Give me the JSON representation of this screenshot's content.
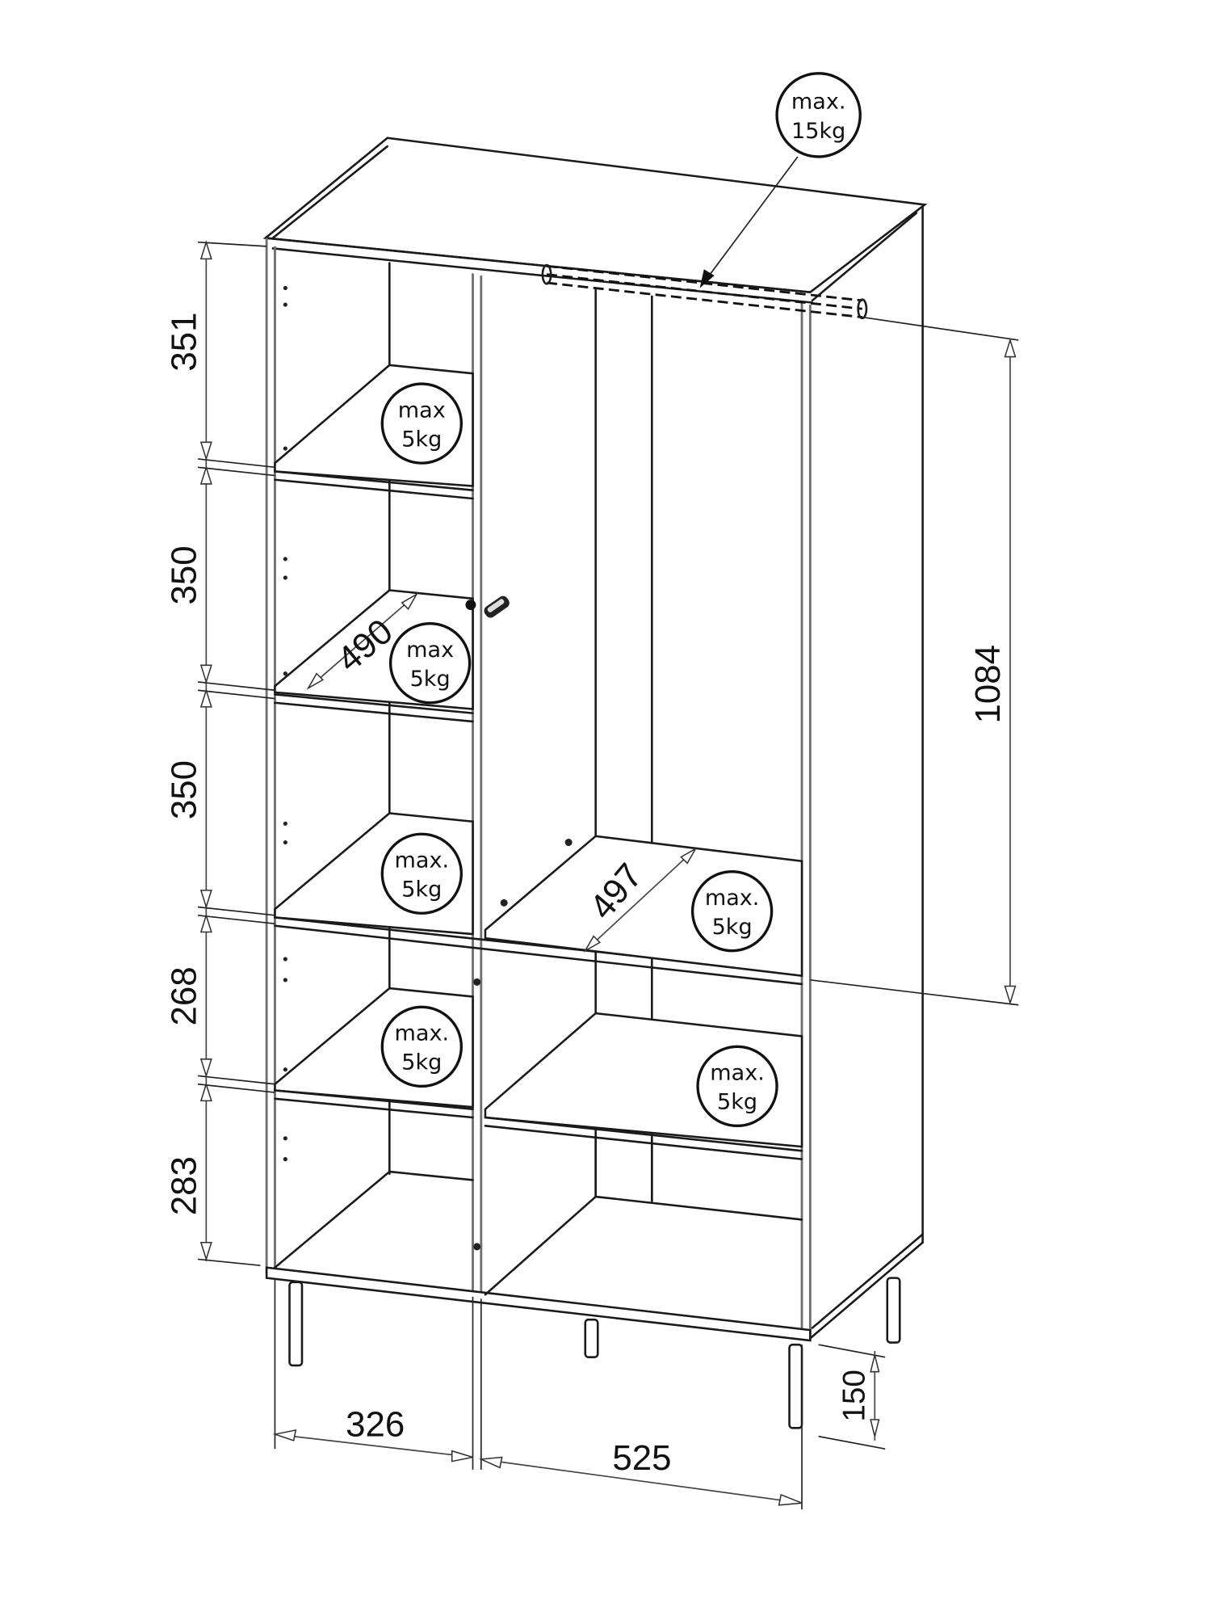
{
  "drawing": {
    "subject": "Wardrobe with open shelving and hanging rail",
    "units": "mm",
    "colors": {
      "line": "#1a1a1a",
      "background": "#ffffff",
      "dimension": "#444444"
    }
  },
  "dimensions": {
    "left_column_heights": [
      {
        "id": "h1",
        "value": "351"
      },
      {
        "id": "h2",
        "value": "350"
      },
      {
        "id": "h3",
        "value": "350"
      },
      {
        "id": "h4",
        "value": "268"
      },
      {
        "id": "h5",
        "value": "283"
      }
    ],
    "hanging_height": "1084",
    "leg_height": "150",
    "left_width": "326",
    "right_width": "525",
    "left_shelf_depth": "490",
    "right_shelf_depth": "497"
  },
  "load_badges": {
    "rail": {
      "line1": "max.",
      "line2": "15kg"
    },
    "left_shelf_1": {
      "line1": "max",
      "line2": "5kg"
    },
    "left_shelf_2": {
      "line1": "max",
      "line2": "5kg"
    },
    "left_shelf_3": {
      "line1": "max.",
      "line2": "5kg"
    },
    "left_shelf_4": {
      "line1": "max.",
      "line2": "5kg"
    },
    "right_shelf_1": {
      "line1": "max.",
      "line2": "5kg"
    },
    "right_shelf_2": {
      "line1": "max.",
      "line2": "5kg"
    }
  }
}
